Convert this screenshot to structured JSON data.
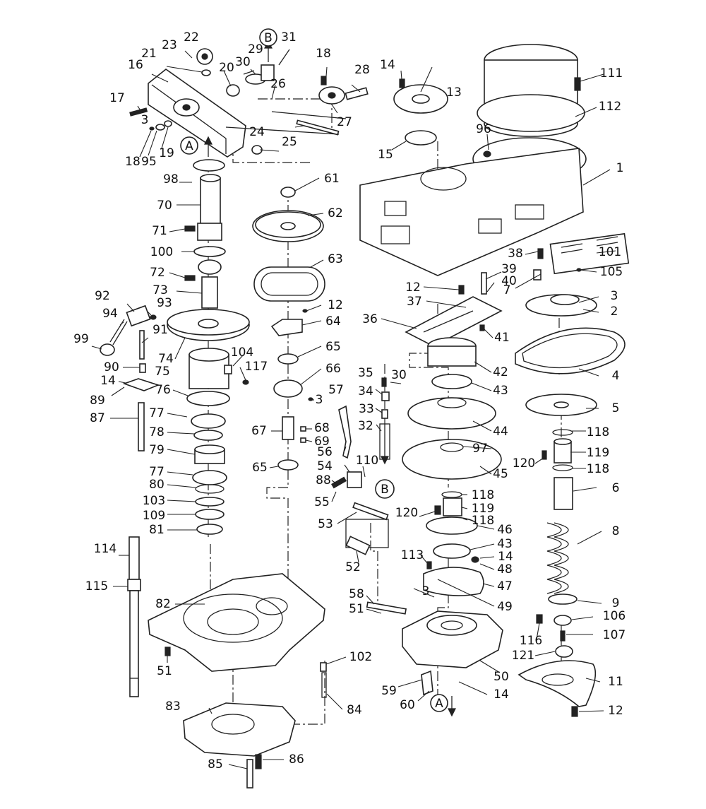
{
  "diagram": {
    "type": "exploded-parts-view",
    "part_numbers": [
      "1",
      "2",
      "3",
      "4",
      "5",
      "6",
      "7",
      "8",
      "9",
      "11",
      "12",
      "13",
      "14",
      "15",
      "16",
      "17",
      "18",
      "19",
      "20",
      "21",
      "22",
      "23",
      "24",
      "25",
      "26",
      "27",
      "28",
      "29",
      "30",
      "31",
      "32",
      "33",
      "34",
      "35",
      "36",
      "37",
      "38",
      "39",
      "40",
      "41",
      "42",
      "43",
      "44",
      "45",
      "46",
      "47",
      "48",
      "49",
      "50",
      "51",
      "52",
      "53",
      "54",
      "55",
      "56",
      "57",
      "58",
      "59",
      "60",
      "61",
      "62",
      "63",
      "64",
      "65",
      "66",
      "67",
      "68",
      "69",
      "70",
      "71",
      "72",
      "73",
      "74",
      "75",
      "76",
      "77",
      "78",
      "79",
      "80",
      "81",
      "82",
      "83",
      "84",
      "85",
      "86",
      "87",
      "88",
      "89",
      "90",
      "91",
      "92",
      "93",
      "94",
      "95",
      "96",
      "97",
      "98",
      "99",
      "100",
      "101",
      "102",
      "103",
      "104",
      "105",
      "106",
      "107",
      "109",
      "110",
      "111",
      "112",
      "113",
      "114",
      "115",
      "116",
      "117",
      "118",
      "119",
      "120",
      "121"
    ],
    "reference_markers": [
      "A",
      "B"
    ]
  }
}
